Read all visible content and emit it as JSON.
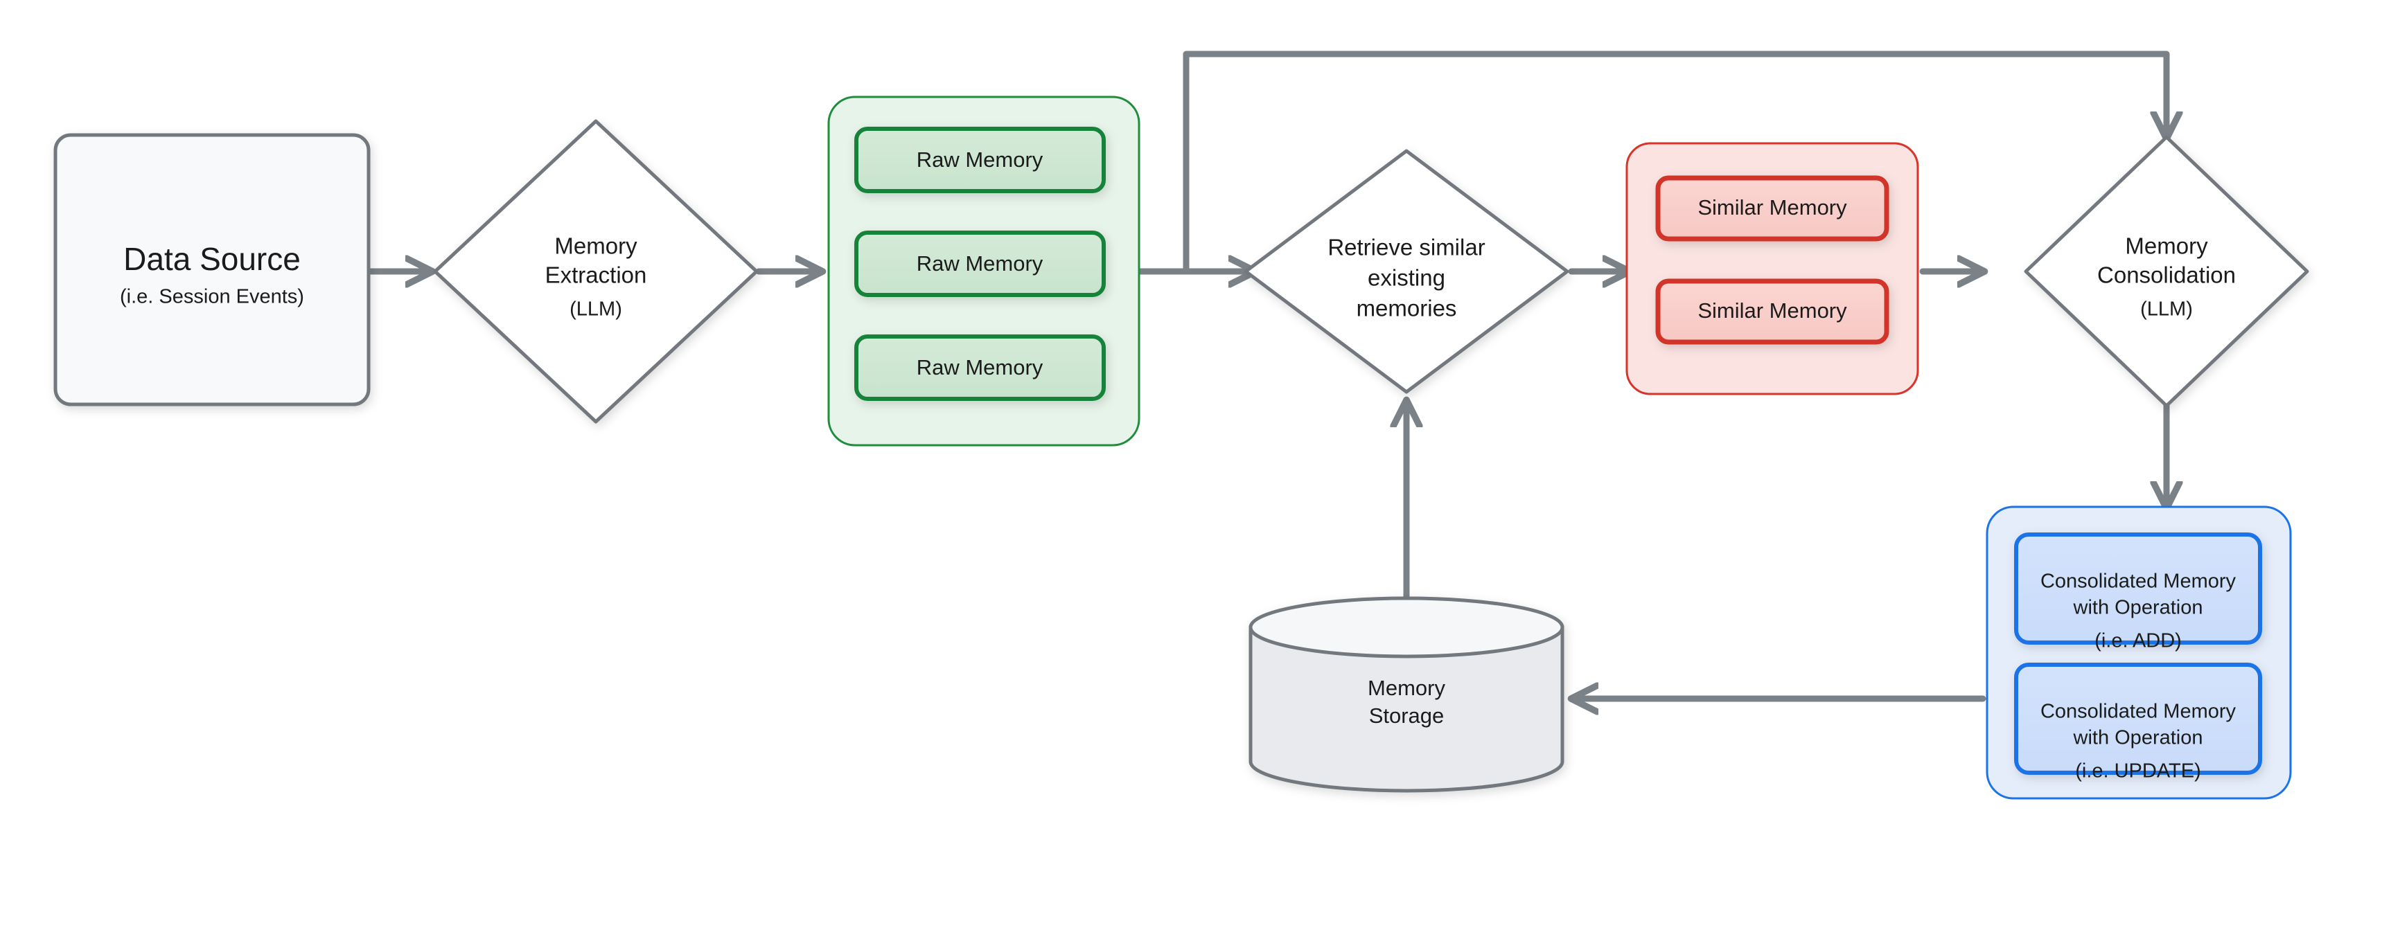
{
  "diagram": {
    "title": "Memory pipeline flow",
    "colors": {
      "edge": "#7b8287",
      "neutral_stroke": "#72787d",
      "neutral_fill": "#f7f9fa",
      "green_group_fill": "#e7f4e9",
      "green_item_fill": "#cfe8d3",
      "green_stroke": "#18833a",
      "red_group_fill": "#fbe3e1",
      "red_item_fill": "#f9cfcb",
      "red_stroke": "#d1352a",
      "blue_group_fill": "#e5edfb",
      "blue_item_fill": "#cfe0fb",
      "blue_stroke": "#1a73e8",
      "cylinder_fill": "#e8eaed"
    }
  },
  "nodes": {
    "data_source": {
      "title": "Data Source",
      "subtitle": "(i.e. Session Events)"
    },
    "memory_extraction": {
      "line1": "Memory",
      "line2": "Extraction",
      "line3": "(LLM)"
    },
    "raw_memory_group": {
      "items": [
        {
          "label": "Raw Memory"
        },
        {
          "label": "Raw Memory"
        },
        {
          "label": "Raw Memory"
        }
      ]
    },
    "retrieve_similar": {
      "line1": "Retrieve similar",
      "line2": "existing",
      "line3": "memories"
    },
    "similar_memory_group": {
      "items": [
        {
          "label": "Similar Memory"
        },
        {
          "label": "Similar Memory"
        }
      ]
    },
    "memory_consolidation": {
      "line1": "Memory",
      "line2": "Consolidation",
      "line3": "(LLM)"
    },
    "consolidated_group": {
      "items": [
        {
          "line1": "Consolidated Memory",
          "line2": "with Operation",
          "line3": "(i.e. ADD)"
        },
        {
          "line1": "Consolidated Memory",
          "line2": "with Operation",
          "line3": "(i.e. UPDATE)"
        }
      ]
    },
    "memory_storage": {
      "line1": "Memory",
      "line2": "Storage"
    }
  },
  "edges": [
    {
      "name": "data-source-to-memory-extraction",
      "from": "data_source",
      "to": "memory_extraction",
      "direction": "right"
    },
    {
      "name": "memory-extraction-to-raw-memory",
      "from": "memory_extraction",
      "to": "raw_memory_group",
      "direction": "right"
    },
    {
      "name": "raw-memory-to-retrieve-similar",
      "from": "raw_memory_group",
      "to": "retrieve_similar",
      "direction": "right"
    },
    {
      "name": "raw-memory-to-memory-consolidation",
      "from": "raw_memory_group",
      "to": "memory_consolidation",
      "direction": "up-right-down"
    },
    {
      "name": "retrieve-similar-to-similar-memory",
      "from": "retrieve_similar",
      "to": "similar_memory_group",
      "direction": "right"
    },
    {
      "name": "similar-memory-to-memory-consolidation",
      "from": "similar_memory_group",
      "to": "memory_consolidation",
      "direction": "right"
    },
    {
      "name": "memory-consolidation-to-consolidated",
      "from": "memory_consolidation",
      "to": "consolidated_group",
      "direction": "down"
    },
    {
      "name": "consolidated-to-memory-storage",
      "from": "consolidated_group",
      "to": "memory_storage",
      "direction": "left"
    },
    {
      "name": "memory-storage-to-retrieve-similar",
      "from": "memory_storage",
      "to": "retrieve_similar",
      "direction": "up"
    }
  ]
}
